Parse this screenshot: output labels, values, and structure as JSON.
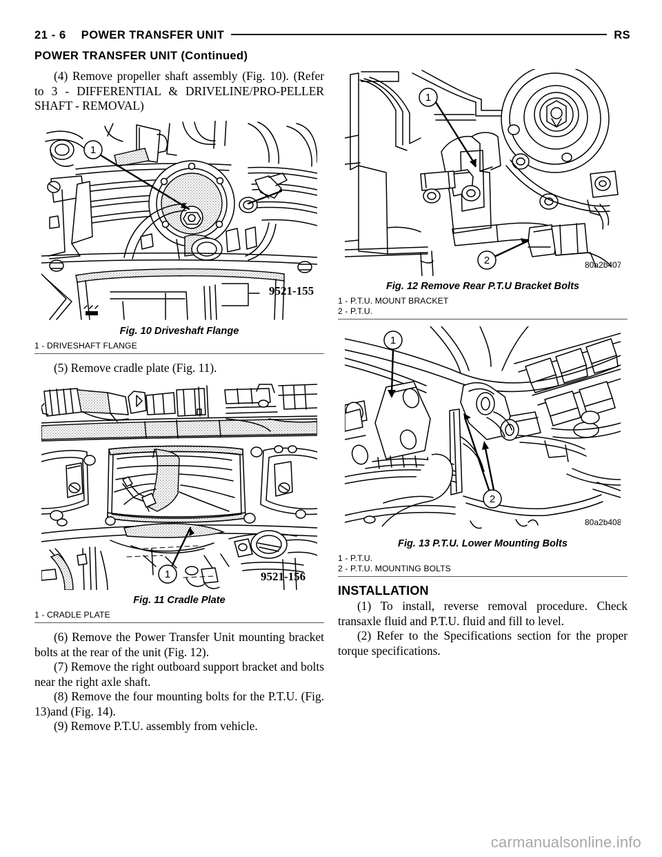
{
  "header": {
    "page_number": "21 - 6",
    "title": "POWER TRANSFER UNIT",
    "right_code": "RS"
  },
  "section_heading": "POWER TRANSFER UNIT (Continued)",
  "left_column": {
    "paragraph_1": "(4) Remove propeller shaft assembly (Fig. 10). (Refer to 3 - DIFFERENTIAL & DRIVELINE/PRO-PELLER SHAFT - REMOVAL)",
    "figure_10": {
      "art_number": "9521-155",
      "caption": "Fig. 10 Driveshaft Flange",
      "legend": [
        "1 - DRIVESHAFT FLANGE"
      ]
    },
    "paragraph_2": "(5) Remove cradle plate (Fig. 11).",
    "figure_11": {
      "art_number": "9521-156",
      "caption": "Fig. 11 Cradle Plate",
      "legend": [
        "1 - CRADLE PLATE"
      ]
    },
    "paragraph_3": "(6) Remove the Power Transfer Unit mounting bracket bolts at the rear of the unit (Fig. 12).",
    "paragraph_4": "(7) Remove the right outboard support bracket and bolts near the right axle shaft.",
    "paragraph_5": "(8) Remove the four mounting bolts for the P.T.U. (Fig. 13)and (Fig. 14).",
    "paragraph_6": "(9) Remove P.T.U. assembly from vehicle."
  },
  "right_column": {
    "figure_12": {
      "art_number": "80a2b407",
      "caption": "Fig. 12 Remove Rear P.T.U Bracket Bolts",
      "legend": [
        "1 - P.T.U. MOUNT BRACKET",
        "2 - P.T.U."
      ]
    },
    "figure_13": {
      "art_number": "80a2b408",
      "caption": "Fig. 13 P.T.U. Lower Mounting Bolts",
      "legend": [
        "1 - P.T.U.",
        "2 - P.T.U. MOUNTING BOLTS"
      ]
    },
    "installation_heading": "INSTALLATION",
    "paragraph_1": "(1) To install, reverse removal procedure. Check transaxle fluid and P.T.U. fluid and fill to level.",
    "paragraph_2": "(2) Refer to the Specifications section for the proper torque specifications."
  },
  "watermark": "carmanualsonline.info",
  "callouts": {
    "one": "1",
    "two": "2"
  }
}
